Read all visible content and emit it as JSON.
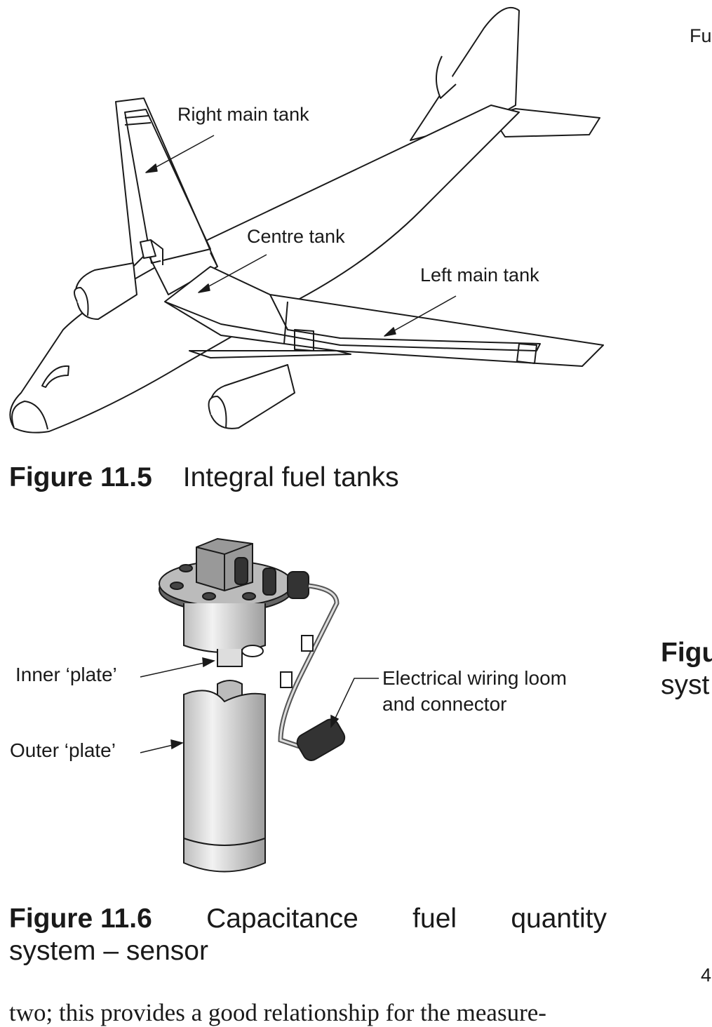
{
  "figure_11_5": {
    "number": "Figure 11.5",
    "title": "Integral fuel tanks",
    "labels": {
      "right_main_tank": "Right main tank",
      "centre_tank": "Centre tank",
      "left_main_tank": "Left main tank"
    }
  },
  "figure_11_6": {
    "number": "Figure 11.6",
    "title_words": [
      "Capacitance",
      "fuel",
      "quantity"
    ],
    "title_line2": "system – sensor",
    "labels": {
      "inner_plate": "Inner ‘plate’",
      "outer_plate": "Outer ‘plate’",
      "wiring_line1": "Electrical wiring loom",
      "wiring_line2": "and connector"
    }
  },
  "body_text": "two; this provides a good relationship for the measure-",
  "right_column": {
    "header_fragment": "Fu",
    "caption_fragment_line1": "Figu",
    "caption_fragment_line2": "syst",
    "page_number_fragment": "4"
  }
}
